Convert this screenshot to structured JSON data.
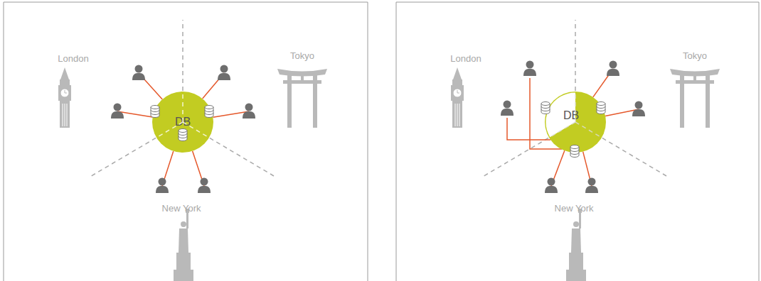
{
  "diagram": {
    "nodes": [
      {
        "text": [
          "DB"
        ]
      },
      {
        "text": [
          "DB"
        ]
      }
    ],
    "labels": [
      "London",
      "Tokyo",
      "New York",
      "London",
      "Tokyo",
      "New York"
    ]
  }
}
